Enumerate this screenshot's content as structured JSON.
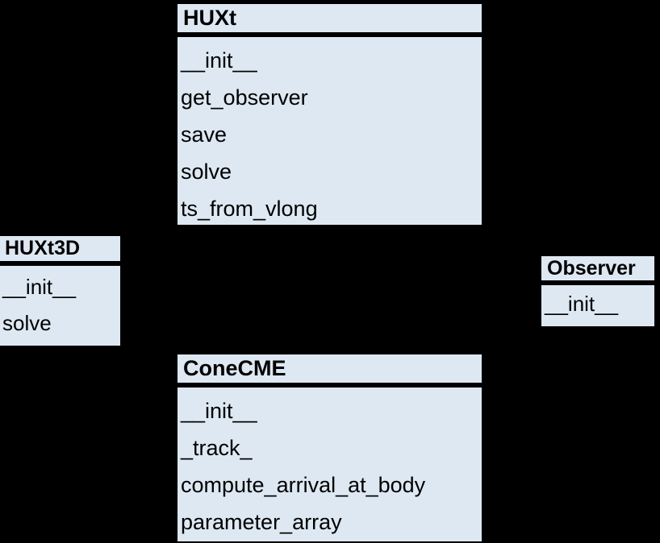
{
  "diagram": {
    "type": "uml-class-diagram",
    "background_color": "#000000",
    "box_fill_color": "#dde8f2",
    "border_color": "#000000",
    "text_color": "#000000",
    "classes": [
      {
        "name": "HUXt",
        "methods": [
          "__init__",
          "get_observer",
          "save",
          "solve",
          "ts_from_vlong"
        ]
      },
      {
        "name": "HUXt3D",
        "methods": [
          "__init__",
          "solve"
        ]
      },
      {
        "name": "Observer",
        "methods": [
          "__init__"
        ]
      },
      {
        "name": "ConeCME",
        "methods": [
          "__init__",
          "_track_",
          "compute_arrival_at_body",
          "parameter_array"
        ]
      }
    ]
  }
}
